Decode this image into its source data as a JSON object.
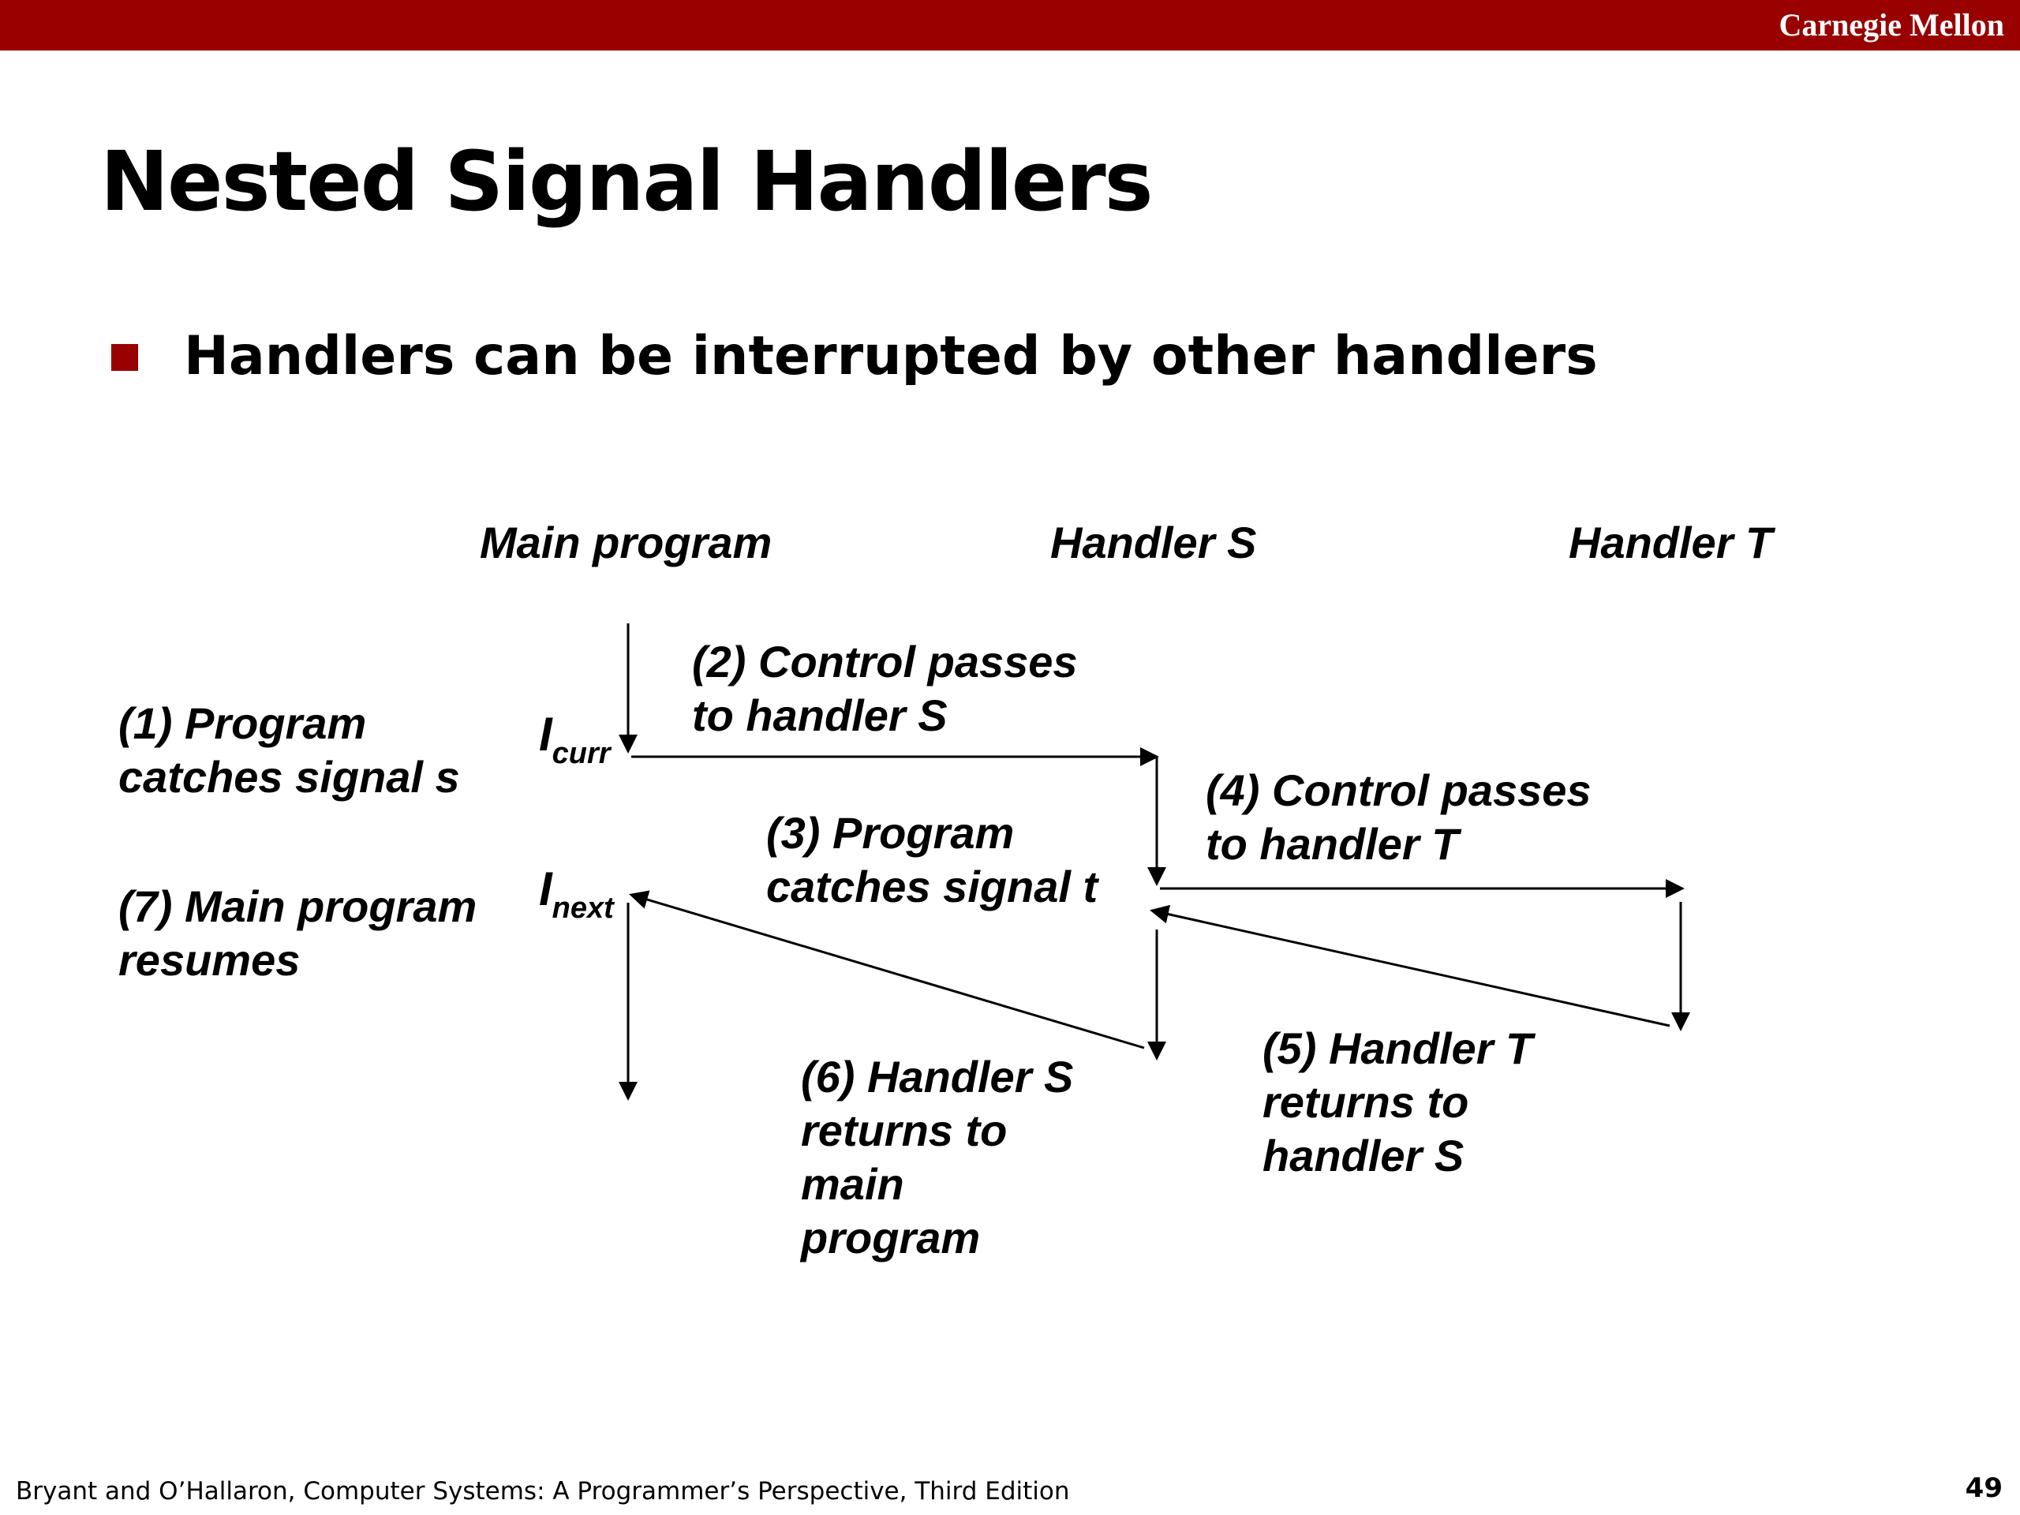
{
  "header": {
    "brand": "Carnegie Mellon",
    "accent_color": "#990000"
  },
  "slide": {
    "title": "Nested Signal Handlers",
    "bullet": "Handlers can be interrupted by other handlers"
  },
  "diagram": {
    "columns": {
      "main": "Main program",
      "handler_s": "Handler S",
      "handler_t": "Handler T"
    },
    "instructions": {
      "curr": {
        "base": "I",
        "sub": "curr"
      },
      "next": {
        "base": "I",
        "sub": "next"
      }
    },
    "steps": {
      "step1": "(1) Program\ncatches signal s",
      "step2": "(2) Control passes\nto handler S",
      "step3": "(3) Program\ncatches signal t",
      "step4": "(4)  Control passes\nto handler T",
      "step5": "(5) Handler T\nreturns to\nhandler S",
      "step6": "(6) Handler S\nreturns to\nmain\nprogram",
      "step7": "(7) Main program\nresumes"
    }
  },
  "footer": {
    "citation": "Bryant and O’Hallaron, Computer Systems: A Programmer’s Perspective, Third Edition",
    "page": "49"
  }
}
